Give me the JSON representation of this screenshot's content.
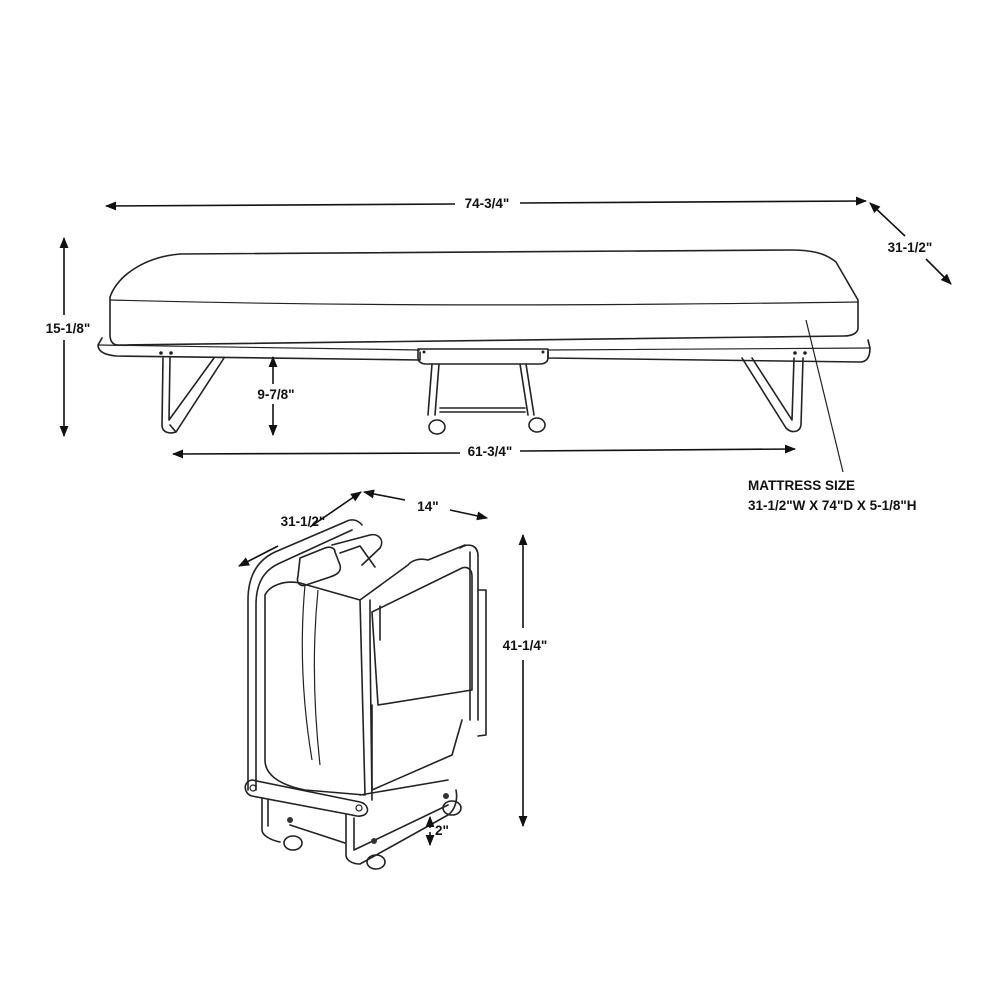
{
  "diagram": {
    "subject": "Folding guest bed with mattress and casters",
    "background": "#ffffff",
    "line_color": "#222222",
    "open_bed": {
      "dimensions": {
        "overall_length": "74-3/4\"",
        "overall_width": "31-1/2\"",
        "overall_height": "15-1/8\"",
        "frame_clearance_height": "9-7/8\"",
        "leg_span_length": "61-3/4\""
      },
      "mattress_note": {
        "title": "MATTRESS SIZE",
        "size": "31-1/2\"W X 74\"D X 5-1/8\"H"
      }
    },
    "folded_bed": {
      "dimensions": {
        "width": "31-1/2\"",
        "depth": "14\"",
        "height": "41-1/4\"",
        "ground_clearance": "2\""
      }
    }
  }
}
